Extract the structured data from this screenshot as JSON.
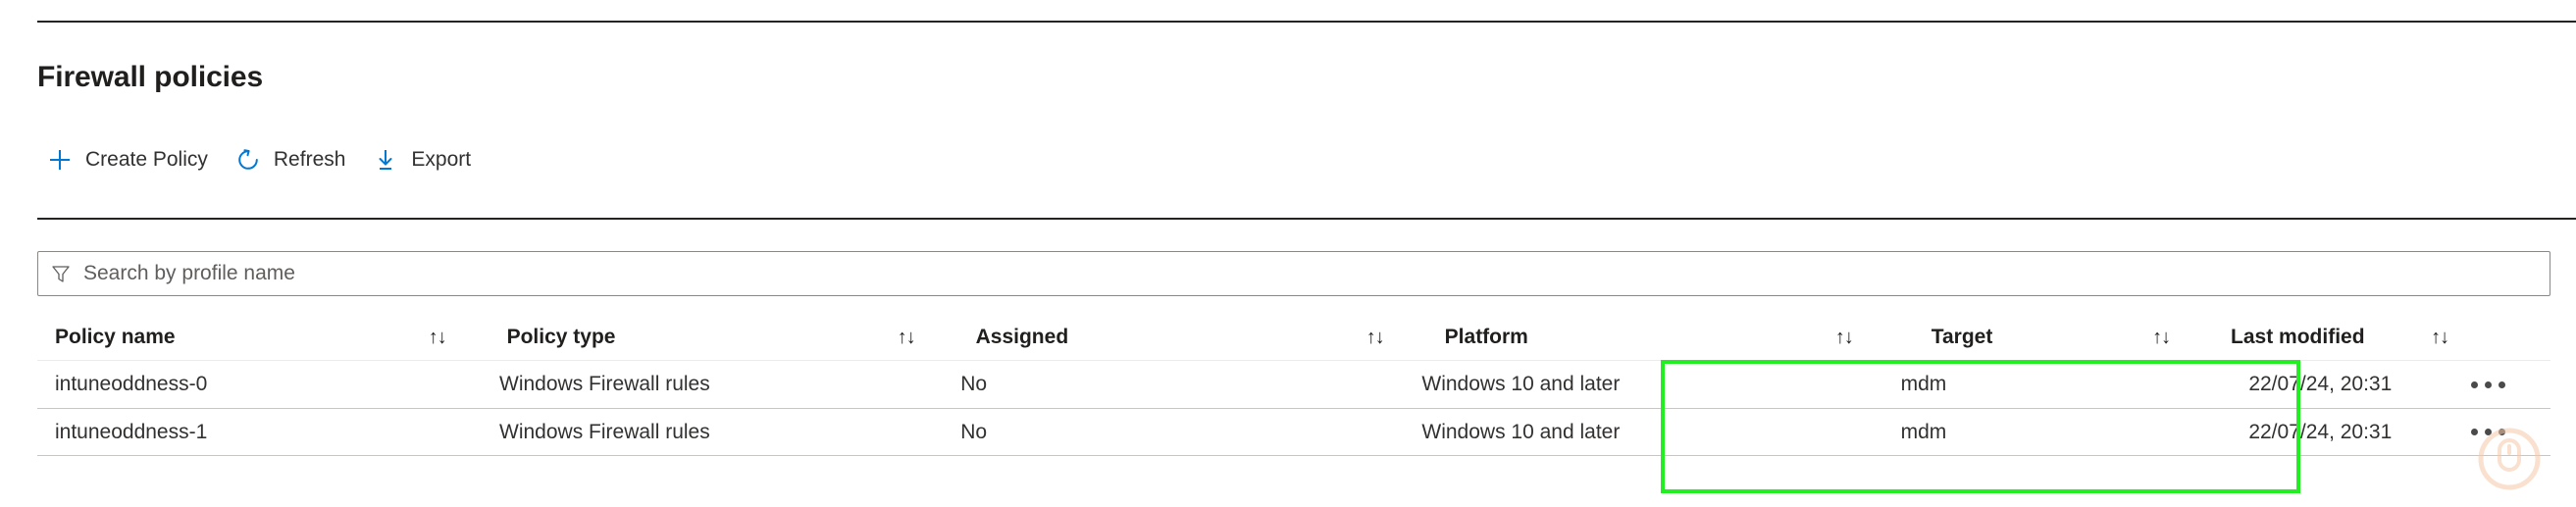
{
  "page": {
    "title": "Firewall policies"
  },
  "toolbar": {
    "buttons": [
      {
        "icon": "plus-icon",
        "label": "Create Policy"
      },
      {
        "icon": "refresh-icon",
        "label": "Refresh"
      },
      {
        "icon": "export-icon",
        "label": "Export"
      }
    ]
  },
  "search": {
    "icon": "filter-icon",
    "placeholder": "Search by profile name",
    "value": ""
  },
  "table": {
    "sort_glyph": "↑↓",
    "columns": [
      "Policy name",
      "Policy type",
      "Assigned",
      "Platform",
      "Target",
      "Last modified"
    ],
    "rows": [
      {
        "policy_name": "intuneoddness-0",
        "policy_type": "Windows Firewall rules",
        "assigned": "No",
        "platform": "Windows 10 and later",
        "target": "mdm",
        "last_modified": "22/07/24, 20:31"
      },
      {
        "policy_name": "intuneoddness-1",
        "policy_type": "Windows Firewall rules",
        "assigned": "No",
        "platform": "Windows 10 and later",
        "target": "mdm",
        "last_modified": "22/07/24, 20:31"
      }
    ]
  },
  "annotation": {
    "highlight_color": "#22EF22",
    "cursor_color": "#F6C9A8"
  },
  "colors": {
    "accent_blue": "#0078D4",
    "text_primary": "#201F1E",
    "text_secondary": "#323130",
    "rule_dark": "#252423",
    "row_border": "#EDEBE9",
    "input_border": "#8A8886"
  }
}
